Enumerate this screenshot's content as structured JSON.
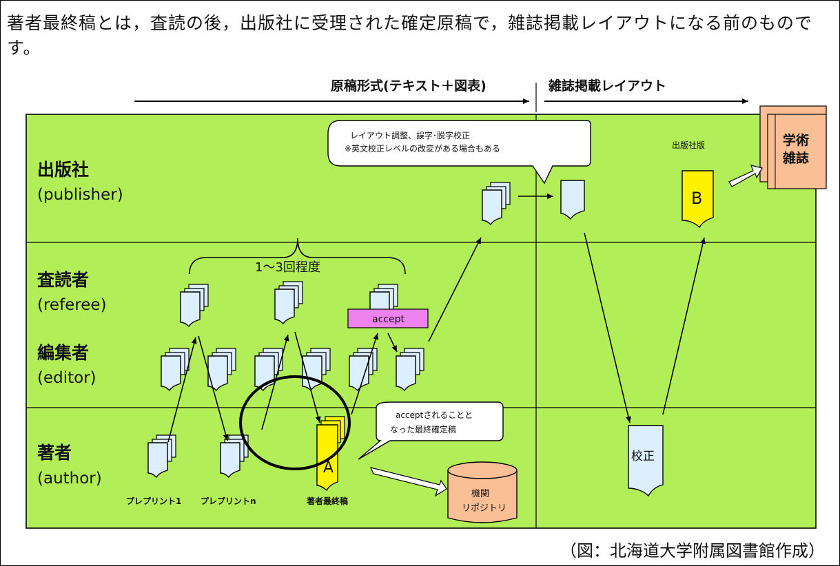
{
  "intro": "著者最終稿とは，査読の後，出版社に受理された確定原稿で，雑誌掲載レイアウトになる前のものです。",
  "credit": "（図：北海道大学附属図書館作成）",
  "headers": {
    "manuscript_format": "原稿形式(テキスト＋図表)",
    "journal_layout": "雑誌掲載レイアウト"
  },
  "roles": {
    "publisher": {
      "ja": "出版社",
      "en": "(publisher)"
    },
    "referee": {
      "ja": "査読者",
      "en": "(referee)"
    },
    "editor": {
      "ja": "編集者",
      "en": "(editor)"
    },
    "author": {
      "ja": "著者",
      "en": "(author)"
    }
  },
  "callouts": {
    "layout_line1": "レイアウト調整、誤字･脱字校正",
    "layout_line2": "※英文校正レベルの改変がある場合もある",
    "accepted_line1": "acceptされることと",
    "accepted_line2": "なった最終確定稿"
  },
  "labels": {
    "review_rounds": "1～3回程度",
    "accept": "accept",
    "publisher_version": "出版社版",
    "journal_line1": "学術",
    "journal_line2": "雑誌",
    "version_b": "B",
    "version_a": "A",
    "proof": "校正",
    "preprint_1": "プレプリント1",
    "preprint_n": "プレプリントn",
    "final_manuscript": "著者最終稿",
    "repository_line1": "機関",
    "repository_line2": "リポジトリ"
  },
  "colors": {
    "panel_green": "#b2ee57",
    "doc_blue": "#dcefff",
    "doc_yellow": "#fff200",
    "accept_pink": "#ee82ee",
    "journal_orange": "#fbbf96",
    "repository_orange": "#fbbf96"
  }
}
